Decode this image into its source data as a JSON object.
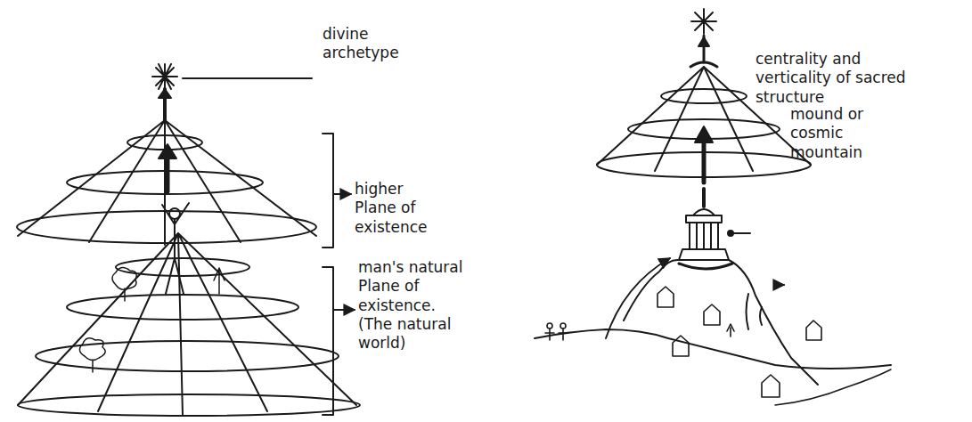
{
  "diagram": {
    "labels": [
      "divine archetype",
      "higher Plane of existence",
      "man's natural Plane of existence. (The natural world)",
      "centrality and verticality of sacred structure",
      "mound or cosmic mountain"
    ]
  }
}
